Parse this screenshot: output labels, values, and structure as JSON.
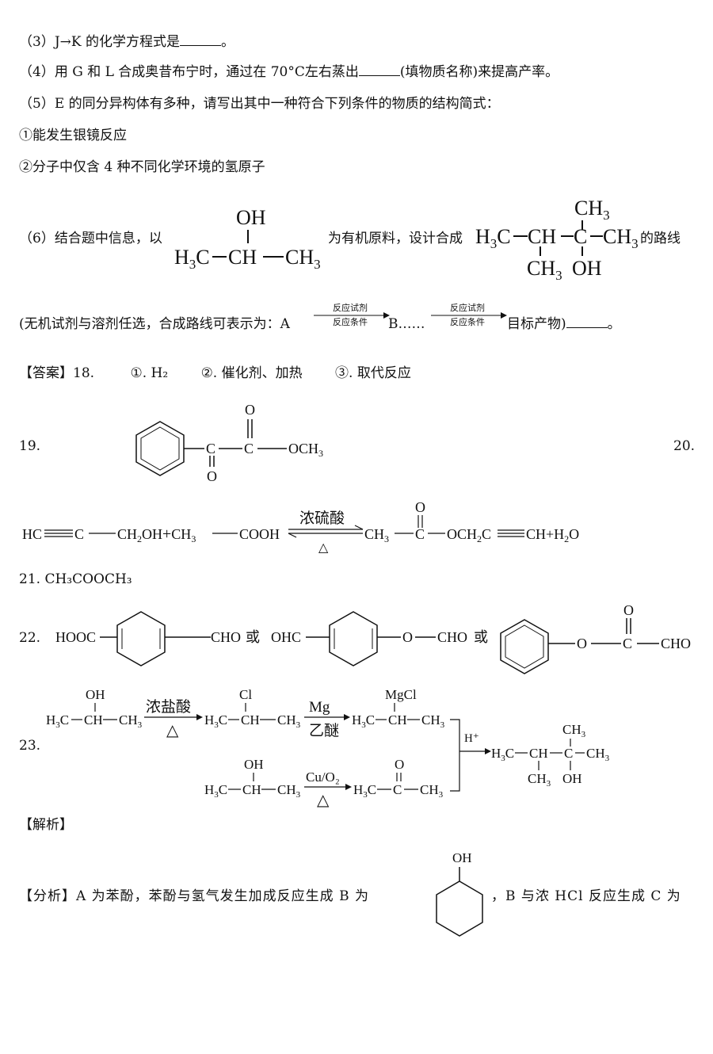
{
  "q3": {
    "text": "（3）J→K 的化学方程式是",
    "end": "。"
  },
  "q4": {
    "text": "（4）用 G 和 L 合成奥昔布宁时，通过在 70°C左右蒸出",
    "end": "(填物质名称)来提高产率。"
  },
  "q5": {
    "text": "（5）E 的同分异构体有多种，请写出其中一种符合下列条件的物质的结构简式：",
    "cond1": "①能发生银镜反应",
    "cond2": "②分子中仅含 4 种不同化学环境的氢原子"
  },
  "q6": {
    "prefix": "（6）结合题中信息，以",
    "mid": "为有机原料，设计合成",
    "suffix": "的路线",
    "line2": "(无机试剂与溶剂任选，合成路线可表示为：A",
    "line2_b": "B……",
    "line2_end": "目标产物)",
    "line2_period": "。",
    "arrow_top": "反应试剂",
    "arrow_bottom": "反应条件"
  },
  "answer": {
    "label": "【答案】18.",
    "a1": "①. H₂",
    "a2": "②. 催化剂、加热",
    "a3": "③. 取代反应"
  },
  "n19": "19.",
  "n20": "20.",
  "n21": "21. CH₃COOCH₃",
  "n22": "22.",
  "n23": "23.",
  "or": "或",
  "analysis": {
    "title": "【解析】",
    "text1": "【分析】A 为苯酚，苯酚与氢气发生加成反应生成 B 为",
    "text2": "，B 与浓 HCl 反应生成 C 为"
  },
  "reagents": {
    "h2so4": "浓硫酸",
    "hcl": "浓盐酸",
    "mg": "Mg",
    "ether": "乙醚",
    "cuo2": "Cu/O₂",
    "hplus": "H⁺",
    "heat": "△"
  }
}
